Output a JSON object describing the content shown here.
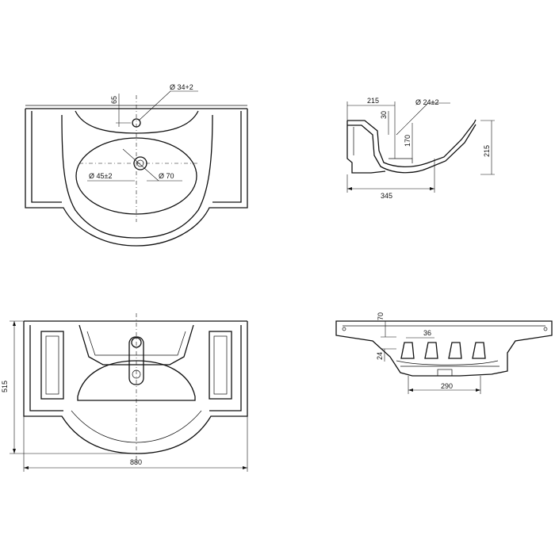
{
  "top_view": {
    "tap_hole_offset": "65",
    "tap_hole_dia": "Ø 34+2",
    "drain_dia": "Ø 45±2",
    "drain_outer_dia": "Ø 70"
  },
  "side_section": {
    "top_depth": "215",
    "tap_hole_dia": "Ø 24±2",
    "rim_offset": "30",
    "bowl_depth": "170",
    "height": "215",
    "projection": "345"
  },
  "bottom_view": {
    "depth": "515",
    "width": "880"
  },
  "rear_view": {
    "rim_height": "70",
    "rib_width": "36",
    "foot_height": "24",
    "foot_span": "290"
  }
}
